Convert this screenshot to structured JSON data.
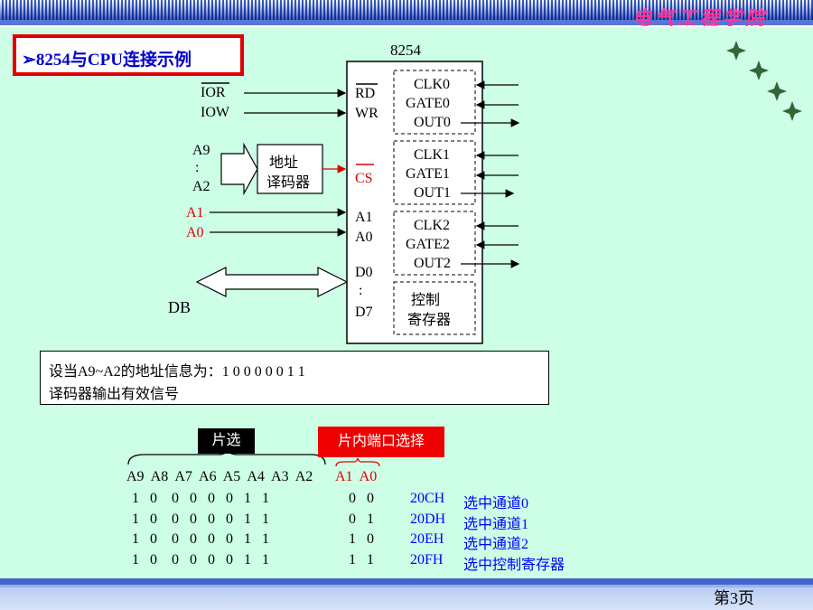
{
  "header": {
    "school": "电气工程学院"
  },
  "title": "➢8254与CPU连接示例",
  "diagram": {
    "chip_name": "8254",
    "cpu_signals": {
      "ior": "IOR",
      "iow": "IOW",
      "a9": "A9",
      "colon": ":",
      "a2": "A2",
      "a1": "A1",
      "a0": "A0",
      "db": "DB"
    },
    "decoder": {
      "line1": "地址",
      "line2": "译码器"
    },
    "chip_pins": {
      "rd": "RD",
      "wr": "WR",
      "cs": "CS",
      "a1": "A1",
      "a0": "A0",
      "d0": "D0",
      "colon": ":",
      "d7": "D7"
    },
    "counters": [
      {
        "clk": "CLK0",
        "gate": "GATE0",
        "out": "OUT0"
      },
      {
        "clk": "CLK1",
        "gate": "GATE1",
        "out": "OUT1"
      },
      {
        "clk": "CLK2",
        "gate": "GATE2",
        "out": "OUT2"
      }
    ],
    "control": {
      "line1": "控制",
      "line2": "寄存器"
    }
  },
  "info": {
    "line1": "设当A9~A2的地址信息为：1  0  0  0  0  0  1  1",
    "line2": "译码器输出有效信号"
  },
  "table": {
    "chip_select_label": "片选",
    "port_select_label": "片内端口选择",
    "header_high": "A9  A8  A7  A6  A5  A4  A3  A2",
    "header_low": "A1  A0",
    "rows": [
      {
        "high": "1   0    0   0   0   0   1   1",
        "low": "0   0",
        "addr": "20CH",
        "desc": "选中通道0"
      },
      {
        "high": "1   0    0   0   0   0   1   1",
        "low": "0   1",
        "addr": "20DH",
        "desc": "选中通道1"
      },
      {
        "high": "1   0    0   0   0   0   1   1",
        "low": "1   0",
        "addr": "20EH",
        "desc": "选中通道2"
      },
      {
        "high": "1   0    0   0   0   0   1   1",
        "low": "1   1",
        "addr": "20FH",
        "desc": "选中控制寄存器"
      }
    ]
  },
  "footer": {
    "page": "第3页"
  },
  "colors": {
    "accent_red": "#e00000",
    "accent_blue": "#0000ff",
    "background": "#ccffe6"
  }
}
